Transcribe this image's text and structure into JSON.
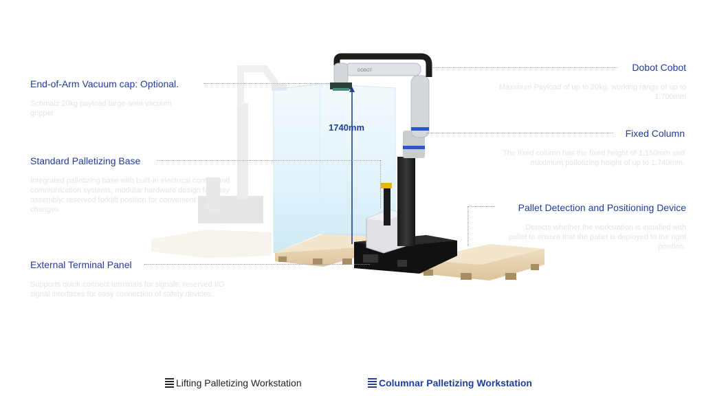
{
  "callouts": {
    "vacuum_cap": {
      "title": "End-of-Arm Vacuum cap: Optional.",
      "desc": "Schmalz 20kg payload large-area vacuum gripper"
    },
    "palletizing_base": {
      "title": "Standard Palletizing Base",
      "desc": "Integrated palletizing base with built-in electrical control and communication systems; modular hardware design for easy assembly; reserved forklift position for convenient line changes"
    },
    "terminal_panel": {
      "title": "External Terminal Panel",
      "desc": "Supports quick-connect terminals for signals; reserved I/O signal interfaces for easy connection of safety devices."
    },
    "dobot_cobot": {
      "title": "Dobot Cobot",
      "desc": "Maximum Payload of up to 20kg, working range of up to 1,700mm"
    },
    "fixed_column": {
      "title": "Fixed Column",
      "desc": "The fixed column has the fixed height of 1,150mm and maximum palletizing height of up to 1,740mm."
    },
    "pallet_detection": {
      "title": "Pallet Detection and Positioning Device",
      "desc": "Detects whether the workstation is installed with pallet to ensure that the pallet is deployed to the right position."
    }
  },
  "height_label": "1740mm",
  "robot_brand": "DOBOT",
  "tabs": [
    {
      "label": "Lifting Palletizing Workstation",
      "active": false,
      "icon": "list-icon"
    },
    {
      "label": "Columnar Palletizing Workstation",
      "active": true,
      "icon": "list-icon"
    }
  ],
  "colors": {
    "accent": "#1f3d99",
    "faded_text": "#e3e5ea",
    "pallet_wood": "#e9d6b5"
  }
}
